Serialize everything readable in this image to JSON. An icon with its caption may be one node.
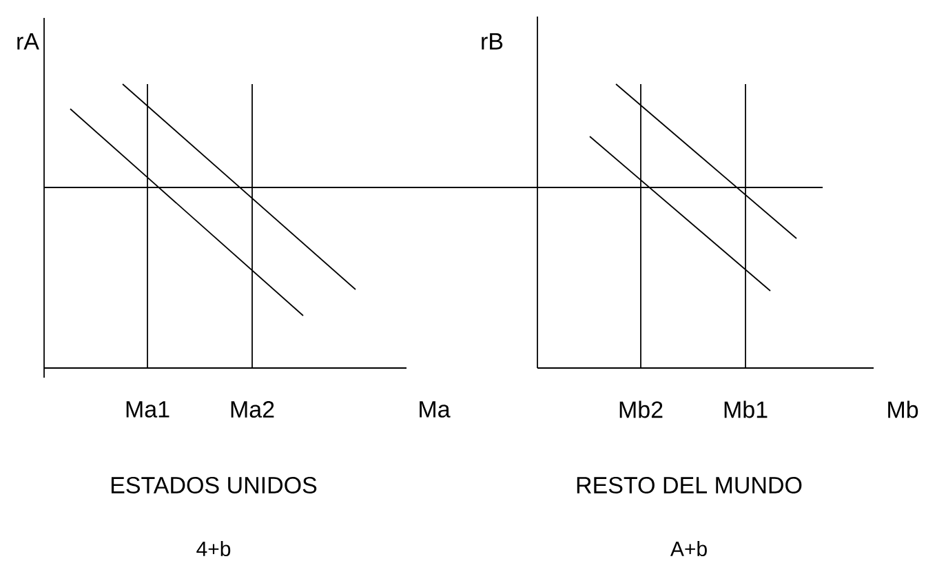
{
  "diagram": {
    "labels": [
      "rA",
      "rB",
      "Ma1",
      "Ma2",
      "Ma",
      "Mb2",
      "Mb1",
      "Mb",
      "ESTADOS UNIDOS",
      "RESTO DEL MUNDO",
      "4+b",
      "A+b"
    ]
  }
}
